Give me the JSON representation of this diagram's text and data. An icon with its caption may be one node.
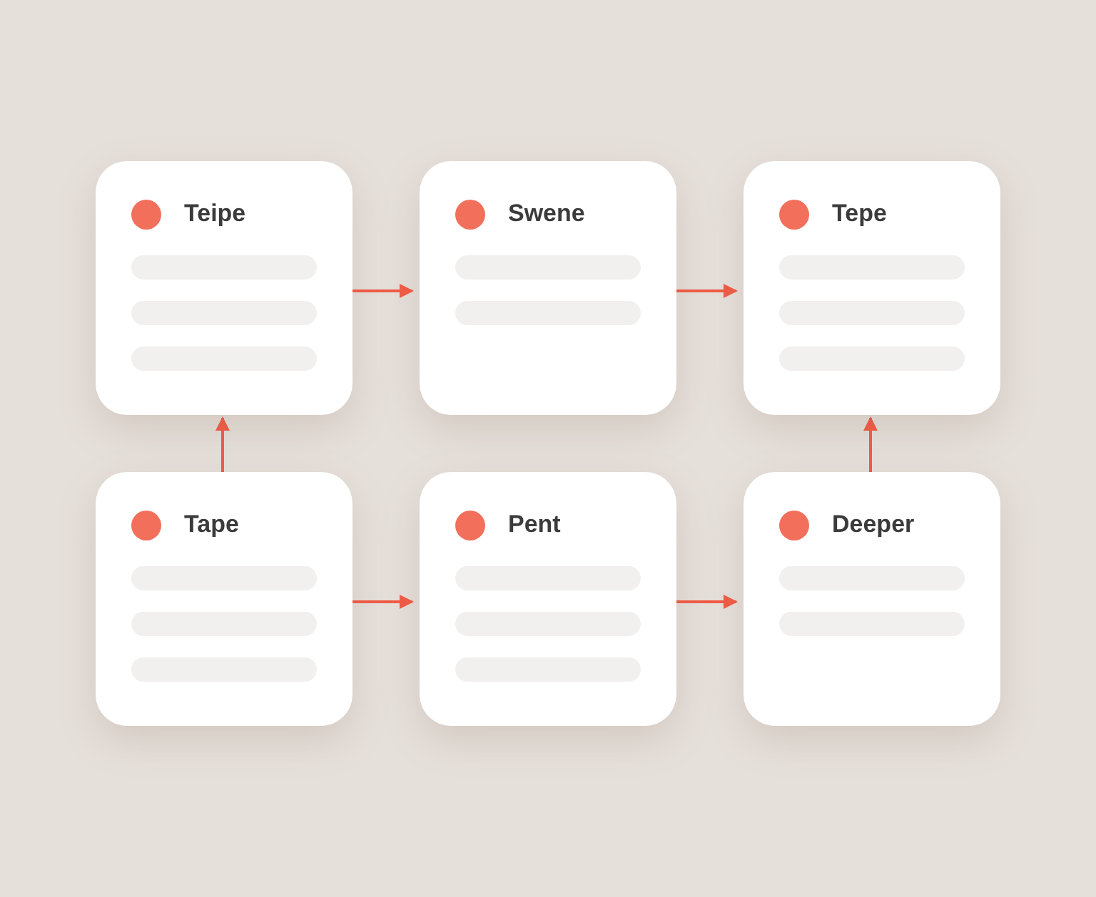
{
  "diagram": {
    "nodes": [
      {
        "text": [
          "Teipe"
        ]
      },
      {
        "text": [
          "Swene"
        ]
      },
      {
        "text": [
          "Tepe"
        ]
      },
      {
        "text": [
          "Tape"
        ]
      },
      {
        "text": [
          "Pent"
        ]
      },
      {
        "text": [
          "Deeper"
        ]
      }
    ],
    "edges": [
      {
        "from": 0,
        "to": 1,
        "arrow": "to"
      },
      {
        "from": 1,
        "to": 2,
        "arrow": "to"
      },
      {
        "from": 3,
        "to": 0,
        "arrow": "to"
      },
      {
        "from": 3,
        "to": 4,
        "arrow": "to"
      },
      {
        "from": 4,
        "to": 5,
        "arrow": "to"
      },
      {
        "from": 5,
        "to": 2,
        "arrow": "to"
      }
    ]
  }
}
